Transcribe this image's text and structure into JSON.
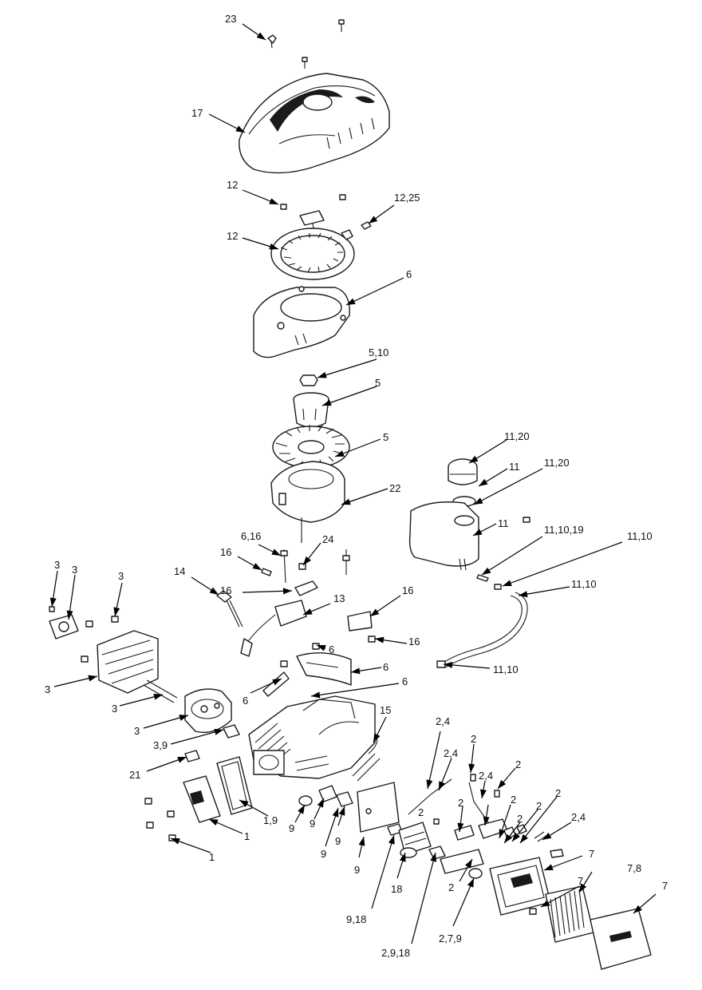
{
  "callouts": [
    "23",
    "17",
    "12",
    "12,25",
    "12",
    "6",
    "5,10",
    "5",
    "5",
    "22",
    "11,20",
    "11",
    "11,20",
    "11",
    "11,10,19",
    "11,10",
    "11,10",
    "11,10",
    "6,16",
    "24",
    "16",
    "16",
    "14",
    "13",
    "16",
    "6",
    "16",
    "6",
    "6",
    "6",
    "3",
    "3",
    "3",
    "3",
    "3",
    "3",
    "3,9",
    "21",
    "15",
    "1,9",
    "1",
    "1",
    "9",
    "9",
    "9",
    "9",
    "9",
    "9,18",
    "18",
    "2,9,18",
    "2,4",
    "2,4",
    "2",
    "2,4",
    "2",
    "2",
    "2",
    "2",
    "2",
    "2",
    "2",
    "2,4",
    "2",
    "2,7,9",
    "7",
    "7,8",
    "7",
    "7"
  ]
}
